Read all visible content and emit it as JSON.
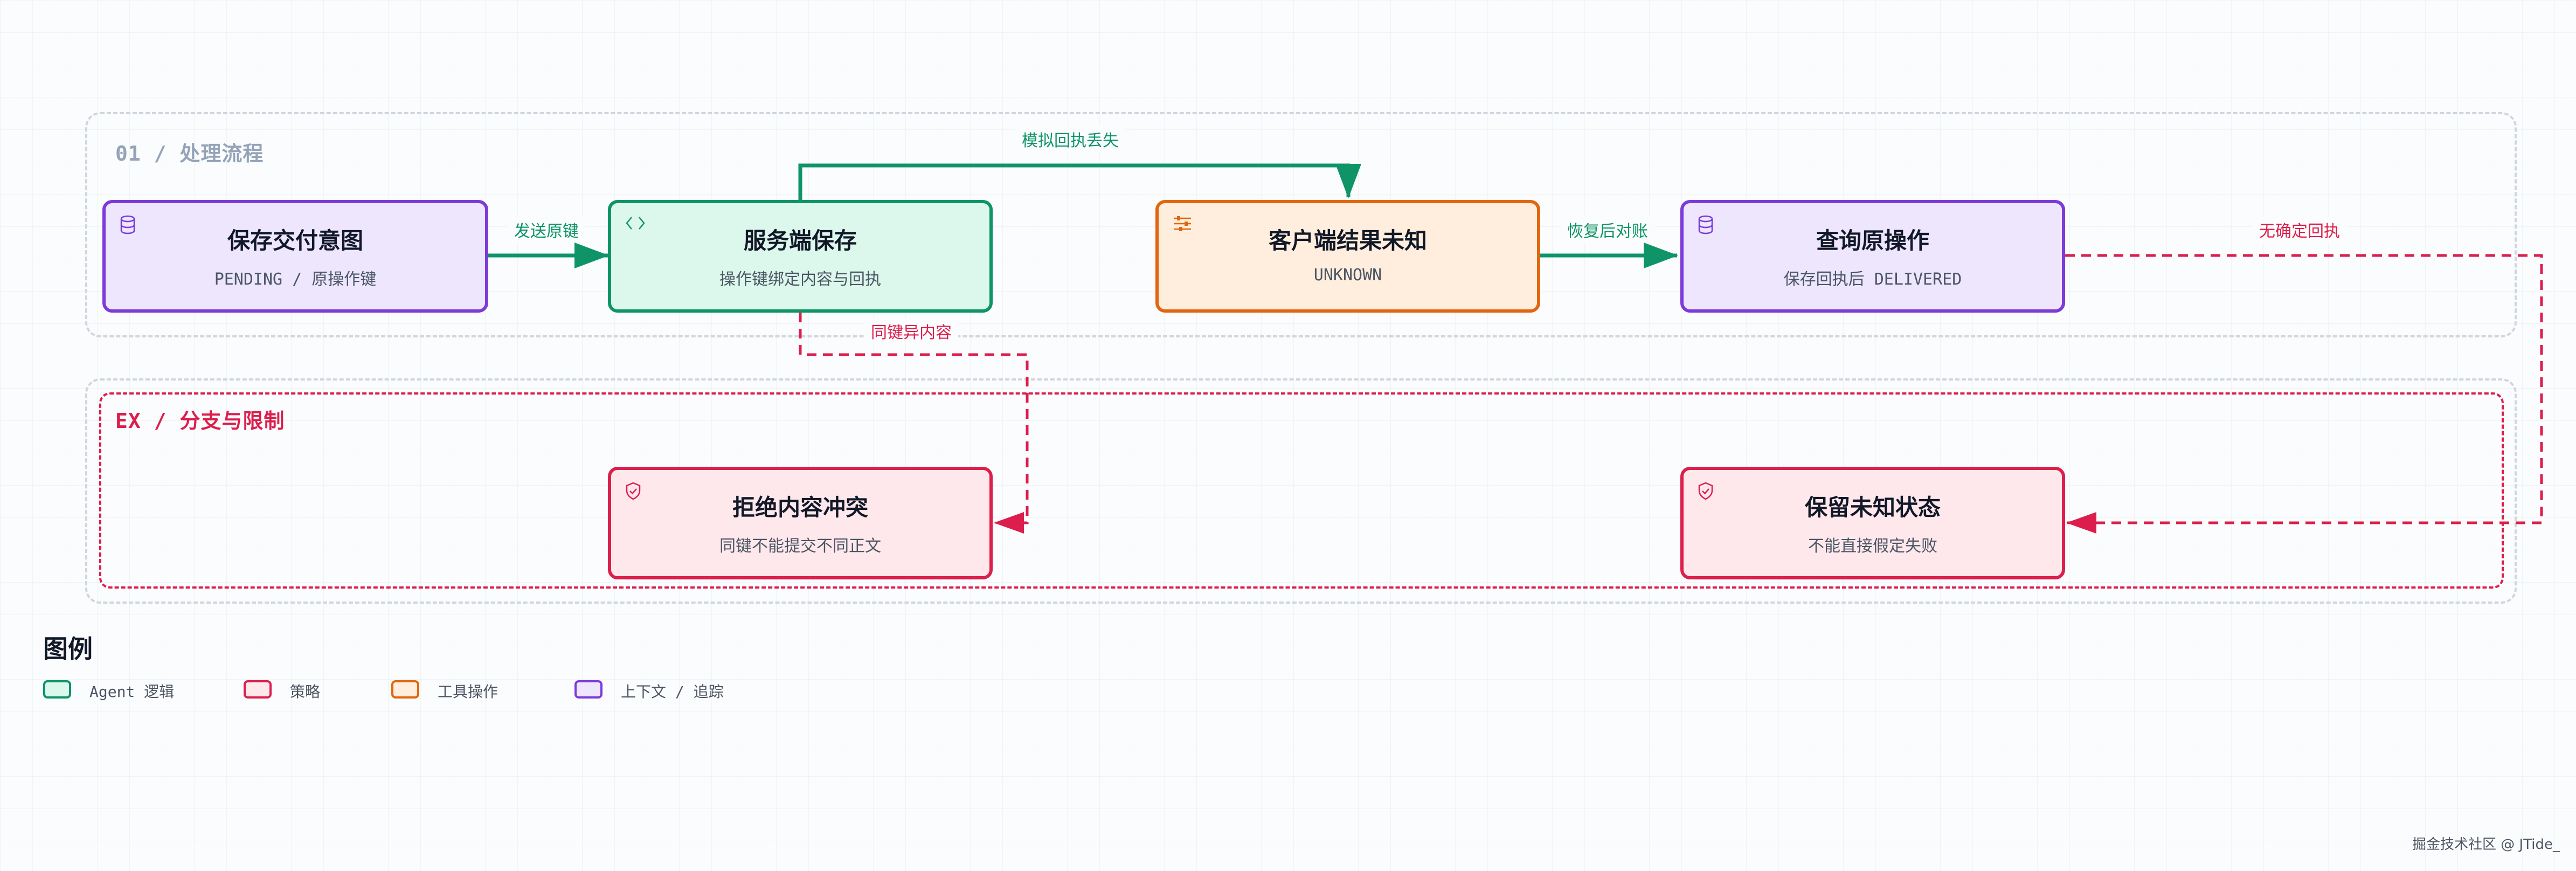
{
  "lanes": {
    "main": {
      "title": "01 / 处理流程"
    },
    "exceptions": {
      "title": "EX / 分支与限制"
    }
  },
  "nodes": {
    "save_intent": {
      "title": "保存交付意图",
      "subtitle": "PENDING / 原操作键",
      "icon": "database-icon"
    },
    "server_save": {
      "title": "服务端保存",
      "subtitle": "操作键绑定内容与回执",
      "icon": "code-brackets-icon"
    },
    "client_unknown": {
      "title": "客户端结果未知",
      "subtitle": "UNKNOWN",
      "icon": "sliders-icon"
    },
    "query_original": {
      "title": "查询原操作",
      "subtitle": "保存回执后 DELIVERED",
      "icon": "database-icon"
    },
    "reject_conflict": {
      "title": "拒绝内容冲突",
      "subtitle": "同键不能提交不同正文",
      "icon": "shield-check-icon"
    },
    "keep_unknown": {
      "title": "保留未知状态",
      "subtitle": "不能直接假定失败",
      "icon": "shield-check-icon"
    }
  },
  "edges": {
    "send_key": "发送原键",
    "lost_receipt": "模拟回执丢失",
    "reconcile": "恢复后对账",
    "same_key_diff": "同键异内容",
    "no_receipt": "无确定回执"
  },
  "legend": {
    "title": "图例",
    "items": [
      {
        "label": "Agent 逻辑",
        "color": "#0e9466"
      },
      {
        "label": "策略",
        "color": "#dc1e4c"
      },
      {
        "label": "工具操作",
        "color": "#e2660f"
      },
      {
        "label": "上下文 / 追踪",
        "color": "#7c3ad8"
      }
    ]
  },
  "colors": {
    "agent": "#0e9466",
    "policy": "#dc1e4c",
    "tool": "#e2660f",
    "context": "#7c3ad8",
    "lane_border": "#cfd6de",
    "main_lane_title": "#94a3b8"
  },
  "watermark": "掘金技术社区 @ JTide_"
}
